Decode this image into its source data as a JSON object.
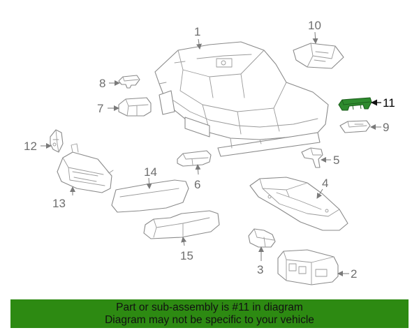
{
  "callouts": {
    "p1": "1",
    "p2": "2",
    "p3": "3",
    "p4": "4",
    "p5": "5",
    "p6": "6",
    "p7": "7",
    "p8": "8",
    "p9": "9",
    "p10": "10",
    "p11": "11",
    "p12": "12",
    "p13": "13",
    "p14": "14",
    "p15": "15"
  },
  "highlight_part": "11",
  "colors": {
    "highlight": "#2e8b2e",
    "banner": "#2d8a12",
    "line": "#8a8a8a"
  },
  "banner": {
    "line1": "Part or sub-assembly is #11 in diagram",
    "line2": "Diagram may not be specific to your vehicle"
  }
}
